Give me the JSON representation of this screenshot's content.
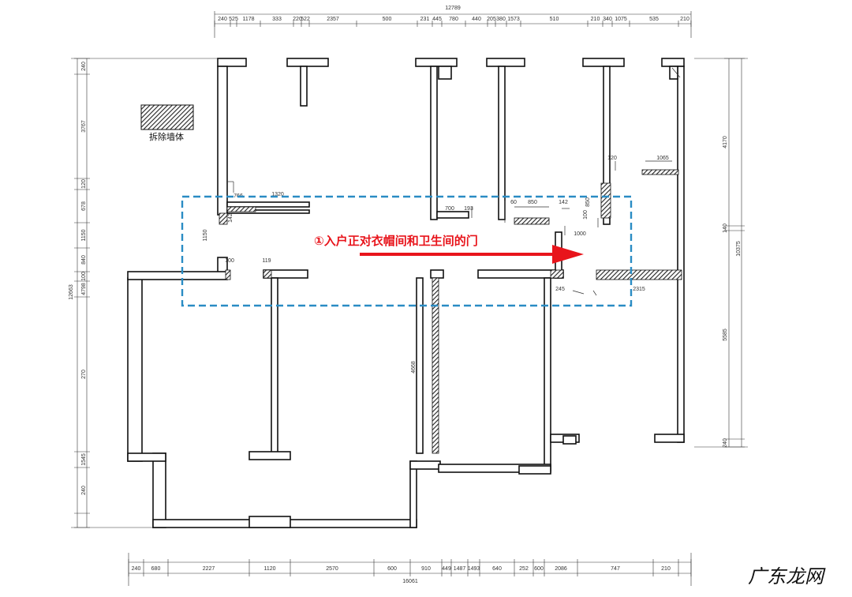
{
  "legend": {
    "label": "拆除墙体"
  },
  "annotation": {
    "text": "①入户正对衣帽间和卫生间的门",
    "color": "#e8141b"
  },
  "highlight_box": {
    "color": "#2a8cc4"
  },
  "watermark": {
    "text": "广东龙网"
  },
  "dimensions": {
    "top_total": "12789",
    "top_segments": [
      "240",
      "525",
      "1178",
      "333",
      "220",
      "522",
      "2357",
      "500",
      "231",
      "445",
      "780",
      "440",
      "205",
      "380",
      "1573",
      "510",
      "210",
      "340",
      "1075",
      "535",
      "210"
    ],
    "bottom_total": "16061",
    "bottom_segments": [
      "240",
      "680",
      "2227",
      "1120",
      "2570",
      "600",
      "910",
      "449",
      "1487",
      "1493",
      "640",
      "252",
      "600",
      "2086",
      "747",
      "210"
    ],
    "left_total": "12663",
    "left_segments": [
      "240",
      "3767",
      "120",
      "678",
      "1150",
      "840",
      "100",
      "4798",
      "270",
      "1545",
      "240"
    ],
    "right_total": "10375",
    "right_segments": [
      "4170",
      "140",
      "5585",
      "240"
    ],
    "interior": [
      "766",
      "1320",
      "142",
      "1150",
      "100",
      "119",
      "700",
      "193",
      "60",
      "850",
      "142",
      "120",
      "1065",
      "850",
      "100",
      "1000",
      "4668",
      "245",
      "2315"
    ]
  }
}
